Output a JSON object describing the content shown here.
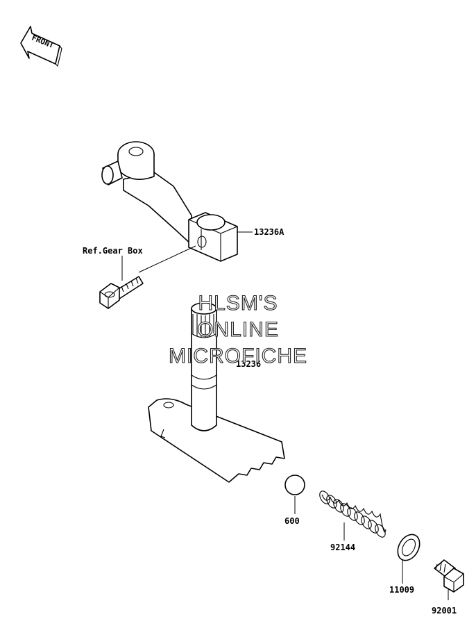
{
  "front_arrow": {
    "label": "FRONT"
  },
  "parts": {
    "shift_arm": {
      "number": "13236A"
    },
    "bolt": {
      "reference": "Ref.Gear Box"
    },
    "shift_shaft": {
      "number": "13236"
    },
    "ball": {
      "number": "600"
    },
    "spring": {
      "number": "92144"
    },
    "washer": {
      "number": "11009"
    },
    "plug": {
      "number": "92001"
    }
  },
  "watermark": {
    "line1": "HLSM'S",
    "line2": "ONLINE",
    "line3": "MICROFICHE"
  }
}
